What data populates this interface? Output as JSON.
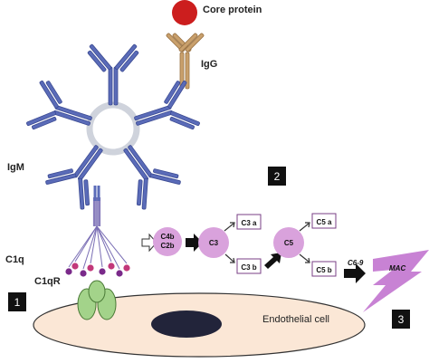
{
  "labels": {
    "core_protein": "Core protein",
    "igg": "IgG",
    "igm": "IgM",
    "c1q": "C1q",
    "c1qr": "C1qR",
    "endothelial_cell": "Endothelial cell",
    "c4b": "C4b",
    "c2b": "C2b",
    "c3": "C3",
    "c3a": "C3 a",
    "c3b": "C3 b",
    "c5": "C5",
    "c5a": "C5 a",
    "c5b": "C5 b",
    "c6_9": "C6-9",
    "mac": "MAC"
  },
  "steps": [
    "1",
    "2",
    "3"
  ],
  "colors": {
    "antibody_igm": "#5a6bb8",
    "antibody_igm_dark": "#3c4b93",
    "igg": "#c9a06c",
    "core_protein": "#cc1e1e",
    "complement_circle": "#d9a2dc",
    "c1qr": "#a3d38a",
    "cell_fill": "#fbe7d6",
    "nucleus": "#22243a",
    "lightning": "#c882d4"
  }
}
